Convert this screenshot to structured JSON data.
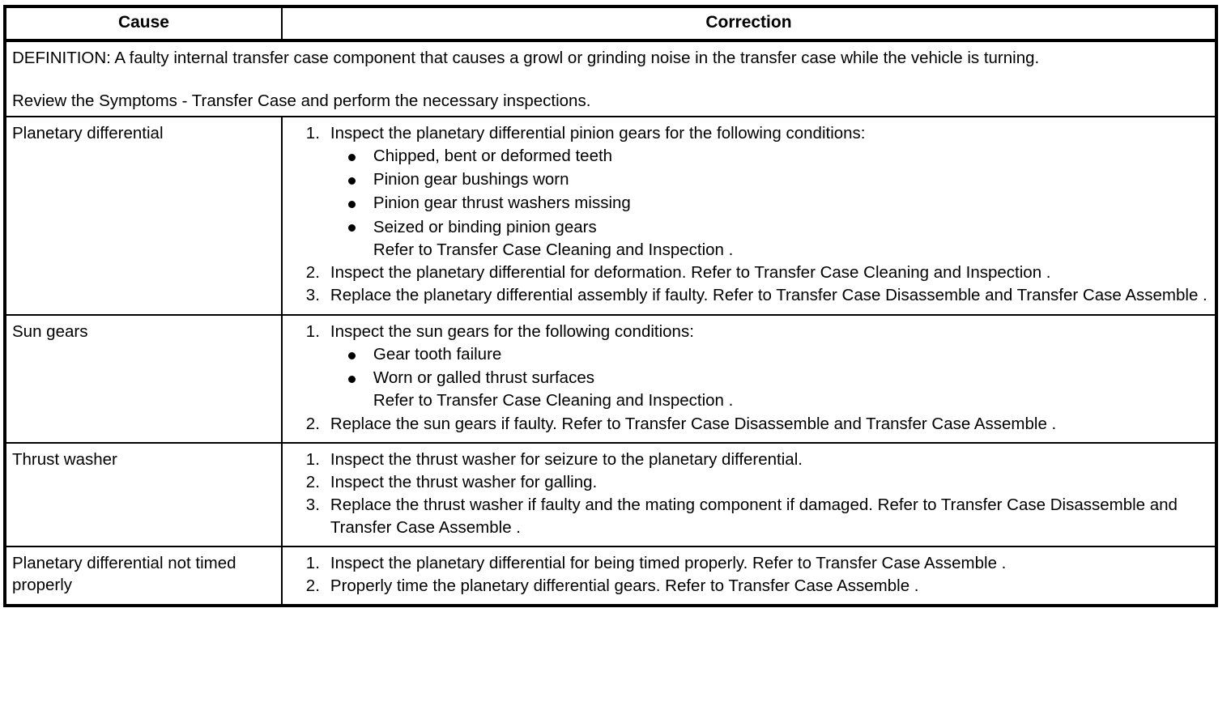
{
  "table": {
    "headers": {
      "cause": "Cause",
      "correction": "Correction"
    },
    "definition": {
      "line1": "DEFINITION: A faulty internal transfer case component that causes a growl or grinding noise in the transfer case while the vehicle is turning.",
      "line2": "Review the Symptoms - Transfer Case and perform the necessary inspections."
    },
    "rows": [
      {
        "cause": "Planetary differential",
        "steps": [
          {
            "num": "1.",
            "text": "Inspect the planetary differential pinion gears for the following conditions:",
            "bullets": [
              "Chipped, bent or deformed teeth",
              "Pinion gear bushings worn",
              "Pinion gear thrust washers missing",
              "Seized or binding pinion gears"
            ],
            "refer": "Refer to Transfer Case Cleaning and Inspection ."
          },
          {
            "num": "2.",
            "text": "Inspect the planetary differential for deformation. Refer to Transfer Case Cleaning and Inspection ."
          },
          {
            "num": "3.",
            "text": "Replace the planetary differential assembly if faulty. Refer to Transfer Case Disassemble and Transfer Case Assemble ."
          }
        ]
      },
      {
        "cause": "Sun gears",
        "steps": [
          {
            "num": "1.",
            "text": "Inspect the sun gears for the following conditions:",
            "bullets": [
              "Gear tooth failure",
              "Worn or galled thrust surfaces"
            ],
            "refer": "Refer to Transfer Case Cleaning and Inspection ."
          },
          {
            "num": "2.",
            "text": "Replace the sun gears if faulty. Refer to Transfer Case Disassemble and Transfer Case Assemble ."
          }
        ]
      },
      {
        "cause": "Thrust washer",
        "steps": [
          {
            "num": "1.",
            "text": "Inspect the thrust washer for seizure to the planetary differential."
          },
          {
            "num": "2.",
            "text": "Inspect the thrust washer for galling."
          },
          {
            "num": "3.",
            "text": "Replace the thrust washer if faulty and the mating component if damaged. Refer to Transfer Case Disassemble and Transfer Case Assemble ."
          }
        ]
      },
      {
        "cause": "Planetary differential not timed properly",
        "steps": [
          {
            "num": "1.",
            "text": "Inspect the planetary differential for being timed properly. Refer to Transfer Case Assemble ."
          },
          {
            "num": "2.",
            "text": "Properly time the planetary differential gears. Refer to Transfer Case Assemble ."
          }
        ]
      }
    ]
  }
}
